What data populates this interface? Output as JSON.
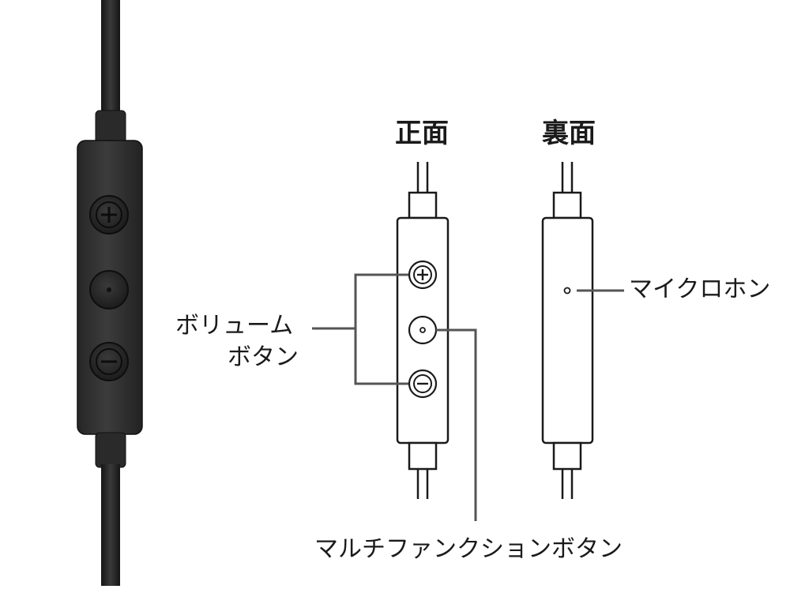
{
  "views": {
    "front": "正面",
    "back": "裏面"
  },
  "callouts": {
    "volume_line1": "ボリューム",
    "volume_line2": "ボタン",
    "microphone": "マイクロホン",
    "multifunction": "マルチファンクションボタン"
  },
  "colors": {
    "remote_body": "#2f2f2f",
    "cable": "#1e1e1e",
    "outline": "#1a1a1a",
    "leader_line": "#555555"
  }
}
